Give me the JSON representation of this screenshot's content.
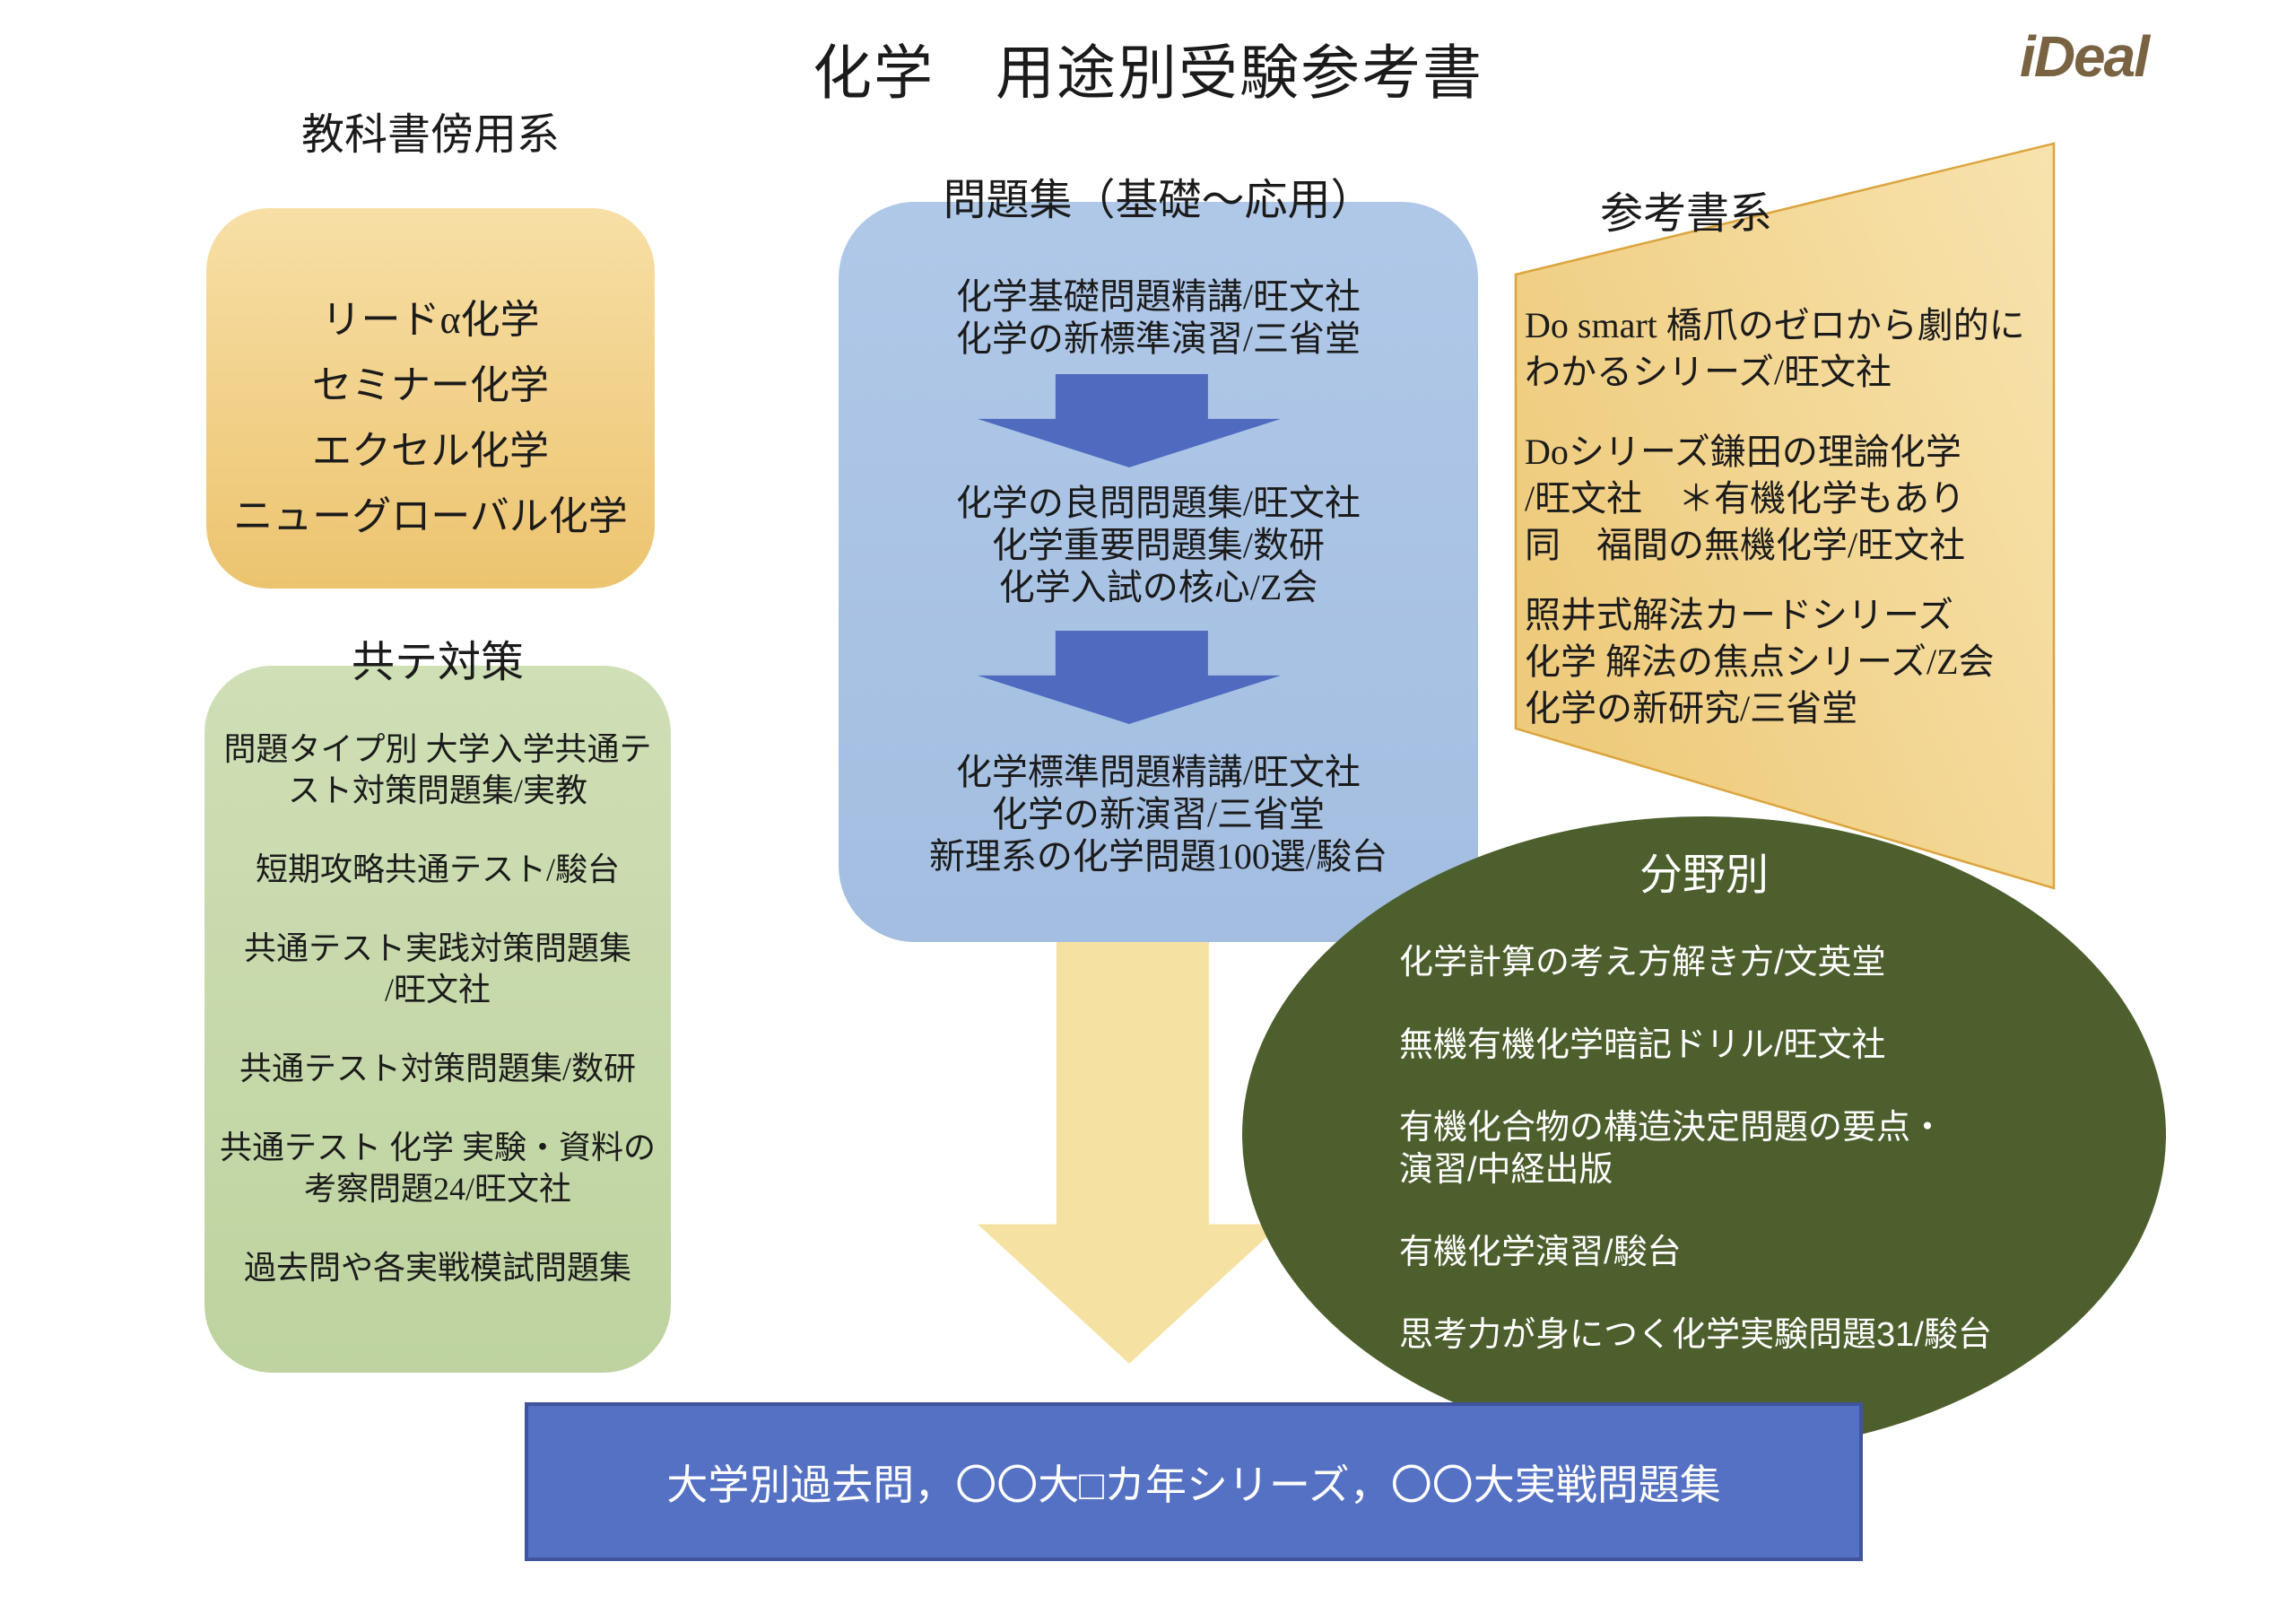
{
  "header": {
    "title": "化学　用途別受験参考書",
    "logo_text": "iDeal"
  },
  "sections": {
    "textbook_companion": {
      "title": "教科書傍用系",
      "items": [
        "リードα化学",
        "セミナー化学",
        "エクセル化学",
        "ニューグローバル化学"
      ]
    },
    "workbooks": {
      "title": "問題集（基礎～応用）",
      "stages": [
        "化学基礎問題精講/旺文社\n化学の新標準演習/三省堂",
        "化学の良問問題集/旺文社\n化学重要問題集/数研\n化学入試の核心/Z会",
        "化学標準問題精講/旺文社\n化学の新演習/三省堂\n新理系の化学問題100選/駿台"
      ]
    },
    "reference_books": {
      "title": "参考書系",
      "groups": [
        "Do smart 橋爪のゼロから劇的に\nわかるシリーズ/旺文社",
        "Doシリーズ鎌田の理論化学\n/旺文社　＊有機化学もあり\n同　福間の無機化学/旺文社",
        "照井式解法カードシリーズ\n化学 解法の焦点シリーズ/Z会\n化学の新研究/三省堂"
      ]
    },
    "kyote_taisaku": {
      "title": "共テ対策",
      "items": [
        "問題タイプ別 大学入学共通テ\nスト対策問題集/実教",
        "短期攻略共通テスト/駿台",
        "共通テスト実践対策問題集\n/旺文社",
        "共通テスト対策問題集/数研",
        "共通テスト 化学 実験・資料の\n考察問題24/旺文社",
        "過去問や各実戦模試問題集"
      ]
    },
    "field_specific": {
      "title": "分野別",
      "items": [
        "化学計算の考え方解き方/文英堂",
        "無機有機化学暗記ドリル/旺文社",
        "有機化合物の構造決定問題の要点・\n演習/中経出版",
        "有機化学演習/駿台",
        "思考力が身につく化学実験問題31/駿台"
      ]
    }
  },
  "bottom_bar": {
    "text": "大学別過去問，〇〇大□カ年シリーズ，〇〇大実戦問題集"
  },
  "colors": {
    "blue_box": "#a9c3e4",
    "blue_arrow": "#4f6abe",
    "orange_box": "#f2d28c",
    "green_box": "#c6daab",
    "dark_green_ellipse": "#4c5f2d",
    "yellow_arrow": "#f5e2a2",
    "bottom_bar_fill": "#5571c3",
    "bottom_bar_border": "#40549e",
    "logo_brown": "#7a6342"
  }
}
